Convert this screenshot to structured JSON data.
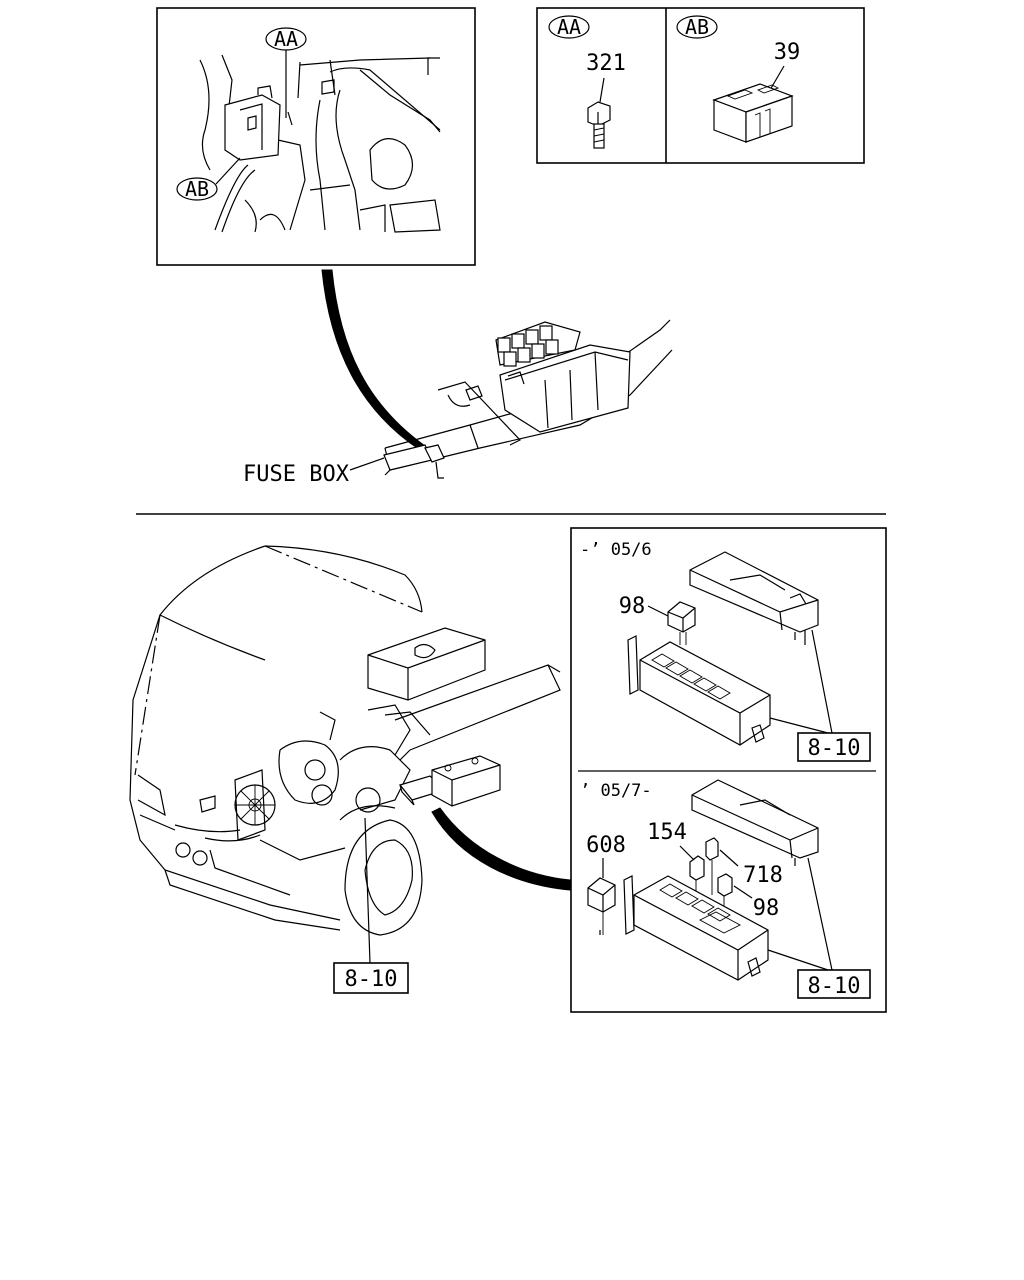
{
  "diagram": {
    "callouts": {
      "aa": "AA",
      "ab": "AB"
    },
    "detail_aa": {
      "tag": "AA",
      "part": "321"
    },
    "detail_ab": {
      "tag": "AB",
      "part": "39"
    },
    "fuse_box_label": "FUSE BOX",
    "main_ref": "8-10",
    "early": {
      "period": "-’ 05/6",
      "part_98": "98",
      "ref": "8-10"
    },
    "late": {
      "period": "’ 05/7-",
      "part_608": "608",
      "part_154": "154",
      "part_718": "718",
      "part_98": "98",
      "ref": "8-10"
    }
  }
}
